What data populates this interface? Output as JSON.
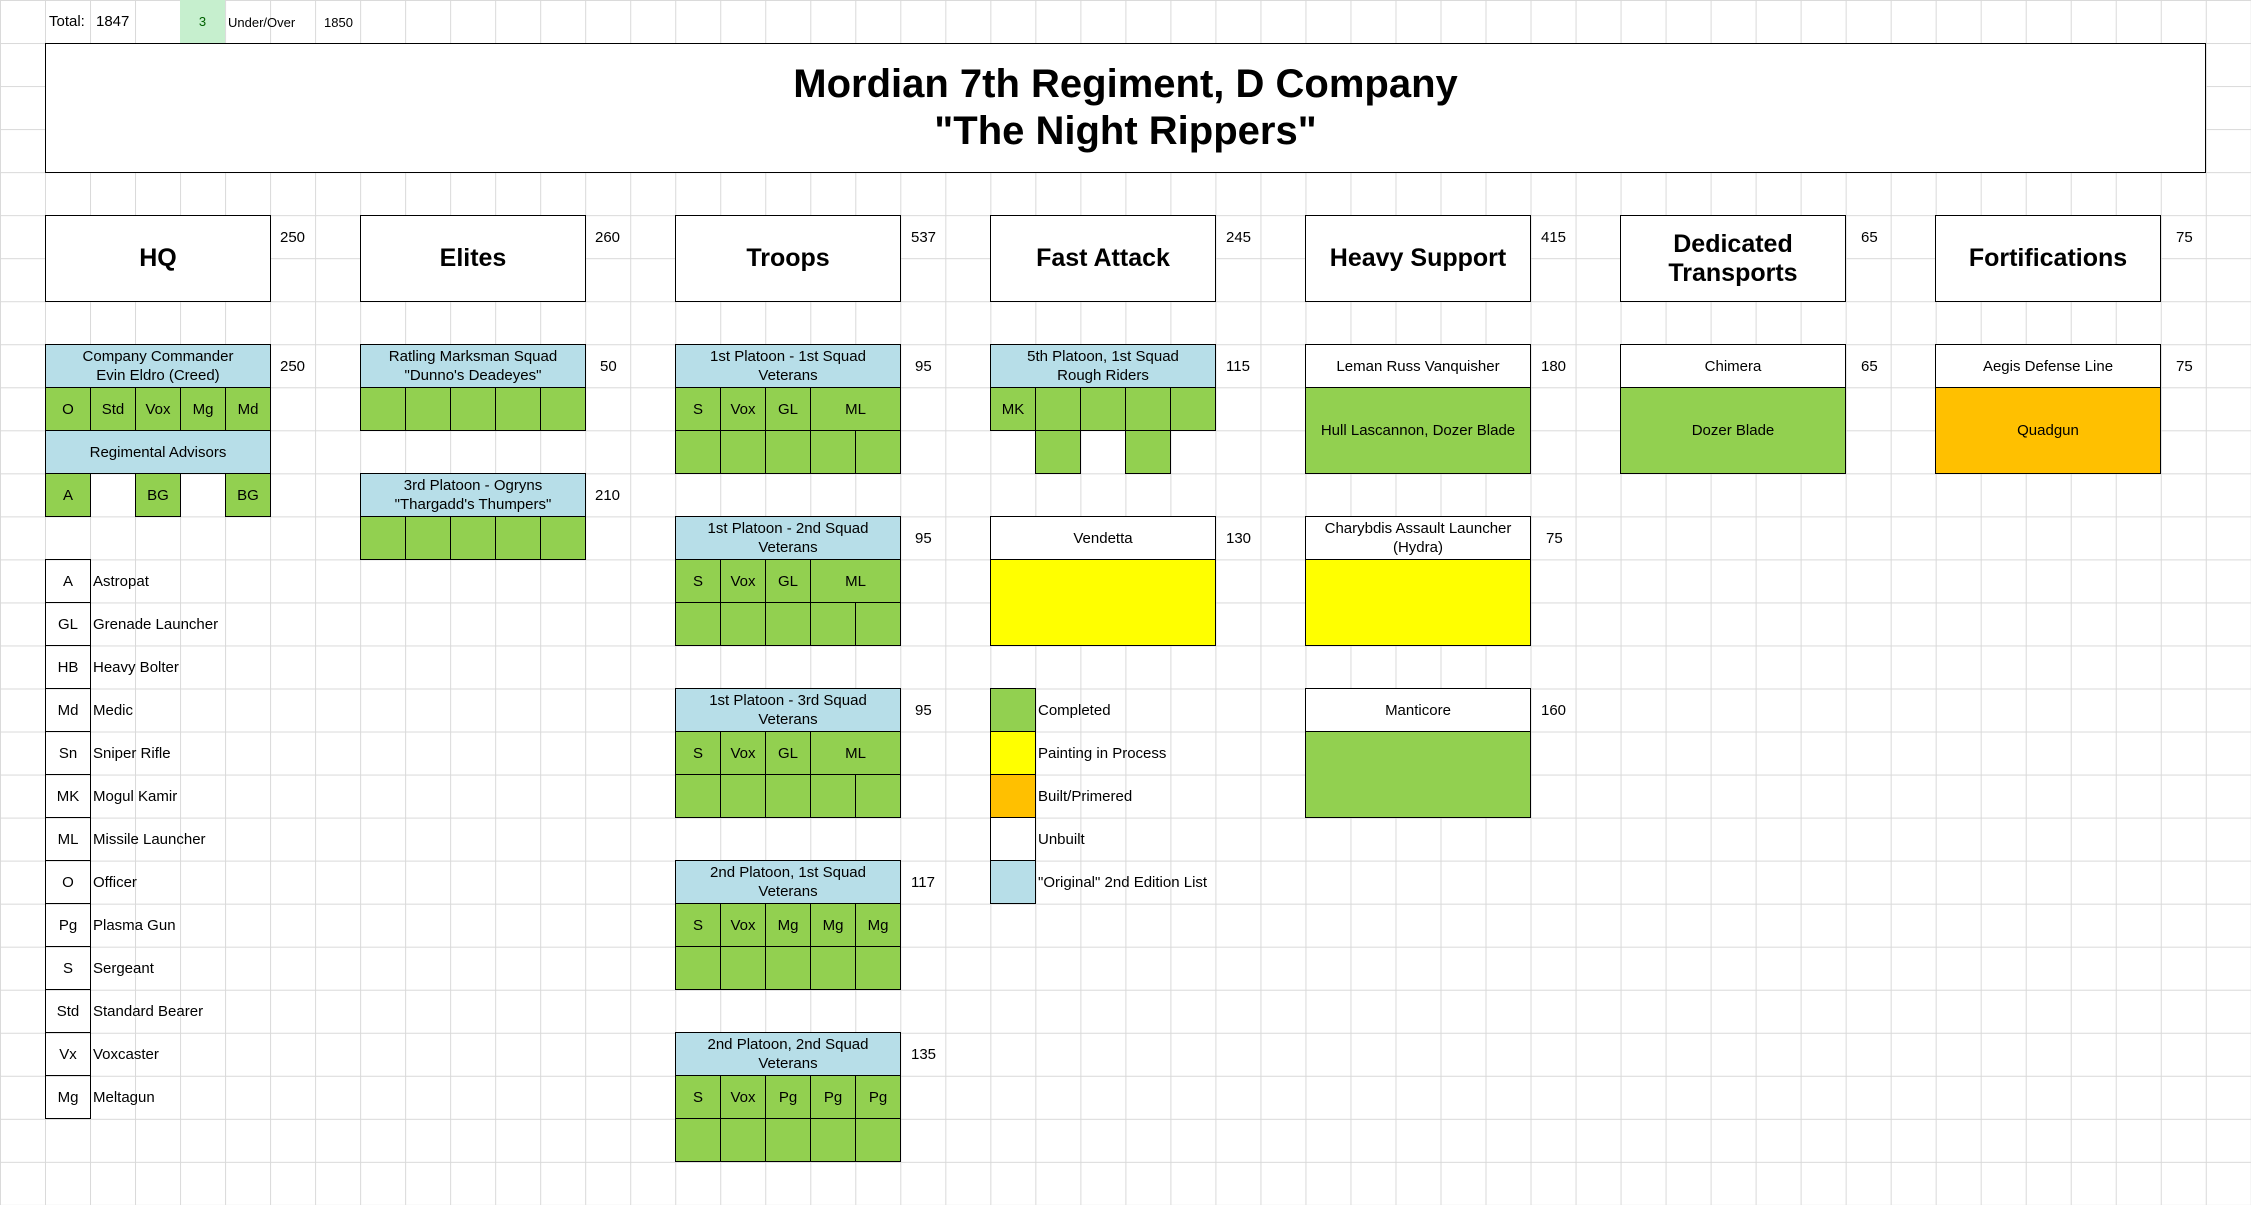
{
  "colors": {
    "completed": "#92d050",
    "painting": "#ffff00",
    "primed": "#ffc000",
    "unbuilt": "#ffffff",
    "original_list": "#b7dee8",
    "under_over_cell": "#c6efce"
  },
  "top_bar": {
    "total_label": "Total:",
    "total_value": "1847",
    "under_over_value": "3",
    "under_over_label": "Under/Over",
    "target_value": "1850"
  },
  "title": {
    "line1": "Mordian 7th Regiment, D Company",
    "line2": "\"The Night Rippers\""
  },
  "sections": [
    {
      "key": "hq",
      "label": "HQ",
      "points": "250"
    },
    {
      "key": "elites",
      "label": "Elites",
      "points": "260"
    },
    {
      "key": "troops",
      "label": "Troops",
      "points": "537"
    },
    {
      "key": "fast_attack",
      "label": "Fast Attack",
      "points": "245"
    },
    {
      "key": "heavy_support",
      "label": "Heavy Support",
      "points": "415"
    },
    {
      "key": "dedicated_transports",
      "label": "Dedicated Transports",
      "points": "65"
    },
    {
      "key": "fortifications",
      "label": "Fortifications",
      "points": "75"
    }
  ],
  "hq": {
    "commander": {
      "name": "Company Commander\nEvin Eldro (Creed)",
      "points": "250",
      "models": [
        "O",
        "Std",
        "Vox",
        "Mg",
        "Md"
      ]
    },
    "advisors": {
      "name": "Regimental Advisors",
      "models": [
        "A",
        "",
        "BG",
        "",
        "BG"
      ]
    }
  },
  "elites": [
    {
      "name": "Ratling Marksman Squad\n\"Dunno's Deadeyes\"",
      "points": "50"
    },
    {
      "name": "3rd Platoon - Ogryns\n\"Thargadd's Thumpers\"",
      "points": "210"
    }
  ],
  "troops": [
    {
      "name": "1st Platoon - 1st Squad\nVeterans",
      "points": "95",
      "models": [
        "S",
        "Vox",
        "GL",
        "ML"
      ]
    },
    {
      "name": "1st Platoon - 2nd Squad\nVeterans",
      "points": "95",
      "models": [
        "S",
        "Vox",
        "GL",
        "ML"
      ]
    },
    {
      "name": "1st Platoon - 3rd Squad\nVeterans",
      "points": "95",
      "models": [
        "S",
        "Vox",
        "GL",
        "ML"
      ]
    },
    {
      "name": "2nd Platoon, 1st Squad\nVeterans",
      "points": "117",
      "models": [
        "S",
        "Vox",
        "Mg",
        "Mg",
        "Mg"
      ]
    },
    {
      "name": "2nd Platoon, 2nd Squad\nVeterans",
      "points": "135",
      "models": [
        "S",
        "Vox",
        "Pg",
        "Pg",
        "Pg"
      ]
    }
  ],
  "fast_attack": [
    {
      "name": "5th Platoon, 1st Squad\nRough Riders",
      "points": "115",
      "models": [
        "MK"
      ]
    },
    {
      "name": "Vendetta",
      "points": "130"
    }
  ],
  "heavy_support": [
    {
      "name": "Leman Russ Vanquisher",
      "points": "180",
      "detail": "Hull Lascannon, Dozer Blade"
    },
    {
      "name": "Charybdis Assault Launcher\n(Hydra)",
      "points": "75"
    },
    {
      "name": "Manticore",
      "points": "160"
    }
  ],
  "dedicated_transports": [
    {
      "name": "Chimera",
      "points": "65",
      "detail": "Dozer Blade"
    }
  ],
  "fortifications": [
    {
      "name": "Aegis Defense Line",
      "points": "75",
      "detail": "Quadgun"
    }
  ],
  "legend": [
    {
      "label": "Completed",
      "color": "#92d050"
    },
    {
      "label": "Painting in Process",
      "color": "#ffff00"
    },
    {
      "label": "Built/Primered",
      "color": "#ffc000"
    },
    {
      "label": "Unbuilt",
      "color": "#ffffff"
    },
    {
      "label": "\"Original\" 2nd Edition List",
      "color": "#b7dee8"
    }
  ],
  "abbreviations": [
    {
      "code": "A",
      "meaning": "Astropat"
    },
    {
      "code": "GL",
      "meaning": "Grenade Launcher"
    },
    {
      "code": "HB",
      "meaning": "Heavy Bolter"
    },
    {
      "code": "Md",
      "meaning": "Medic"
    },
    {
      "code": "Sn",
      "meaning": "Sniper Rifle"
    },
    {
      "code": "MK",
      "meaning": "Mogul Kamir"
    },
    {
      "code": "ML",
      "meaning": "Missile Launcher"
    },
    {
      "code": "O",
      "meaning": "Officer"
    },
    {
      "code": "Pg",
      "meaning": "Plasma Gun"
    },
    {
      "code": "S",
      "meaning": "Sergeant"
    },
    {
      "code": "Std",
      "meaning": "Standard Bearer"
    },
    {
      "code": "Vx",
      "meaning": "Voxcaster"
    },
    {
      "code": "Mg",
      "meaning": "Meltagun"
    }
  ]
}
